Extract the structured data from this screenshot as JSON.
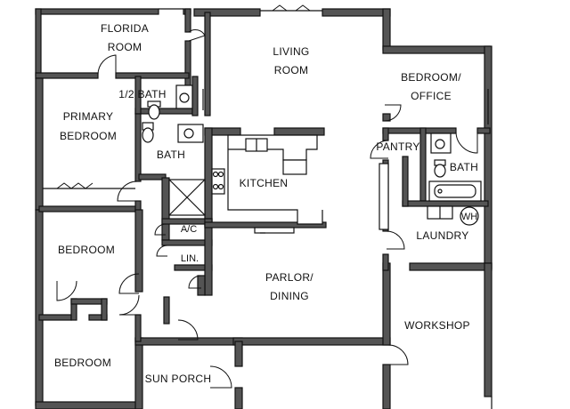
{
  "floor_plan": {
    "rooms": {
      "florida_room": [
        "FLORIDA",
        "ROOM"
      ],
      "living_room": [
        "LIVING",
        "ROOM"
      ],
      "bedroom_office": [
        "BEDROOM/",
        "OFFICE"
      ],
      "half_bath": "1/2 BATH",
      "primary_bedroom": [
        "PRIMARY",
        "BEDROOM"
      ],
      "bath_main": "BATH",
      "kitchen": "KITCHEN",
      "pantry": "PANTRY",
      "bath_east": "BATH",
      "ac": "A/C",
      "linen": "LIN.",
      "laundry": "LAUNDRY",
      "water_heater": "WH",
      "bedroom_west": "BEDROOM",
      "parlor_dining": [
        "PARLOR/",
        "DINING"
      ],
      "workshop": "WORKSHOP",
      "bedroom_southwest": "BEDROOM",
      "sun_porch": "SUN PORCH"
    }
  }
}
